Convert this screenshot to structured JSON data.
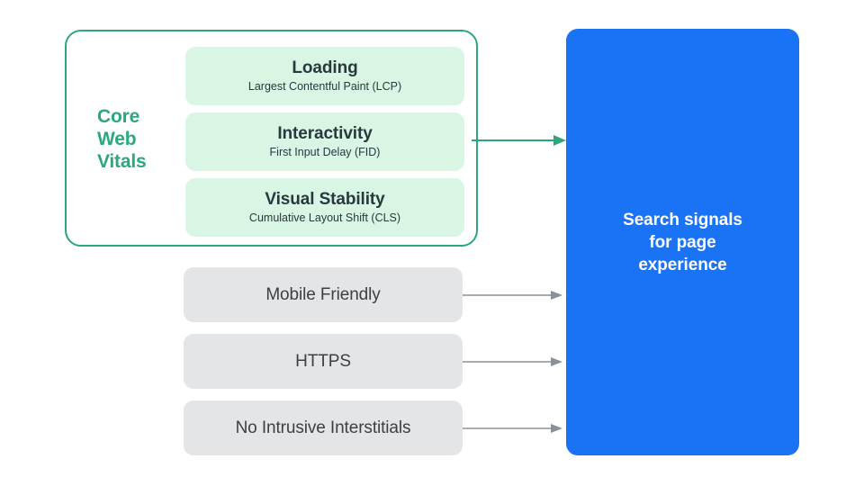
{
  "diagram": {
    "core_web_vitals": {
      "group_label_lines": [
        "Core",
        "Web",
        "Vitals"
      ],
      "accent_color": "#2aa87e",
      "border_color": "#2aa77e",
      "box_fill": "#d9f5e4",
      "items": [
        {
          "title": "Loading",
          "subtitle": "Largest Contentful Paint (LCP)"
        },
        {
          "title": "Interactivity",
          "subtitle": "First Input Delay (FID)"
        },
        {
          "title": "Visual Stability",
          "subtitle": "Cumulative Layout Shift (CLS)"
        }
      ]
    },
    "other_signals": {
      "box_fill": "#e4e5e7",
      "arrow_color": "#8a9199",
      "items": [
        {
          "label": "Mobile Friendly"
        },
        {
          "label": "HTTPS"
        },
        {
          "label": "No Intrusive Interstitials"
        }
      ]
    },
    "destination": {
      "fill": "#1a73f5",
      "text_color": "#ffffff",
      "lines": [
        "Search signals",
        "for page",
        "experience"
      ]
    }
  }
}
